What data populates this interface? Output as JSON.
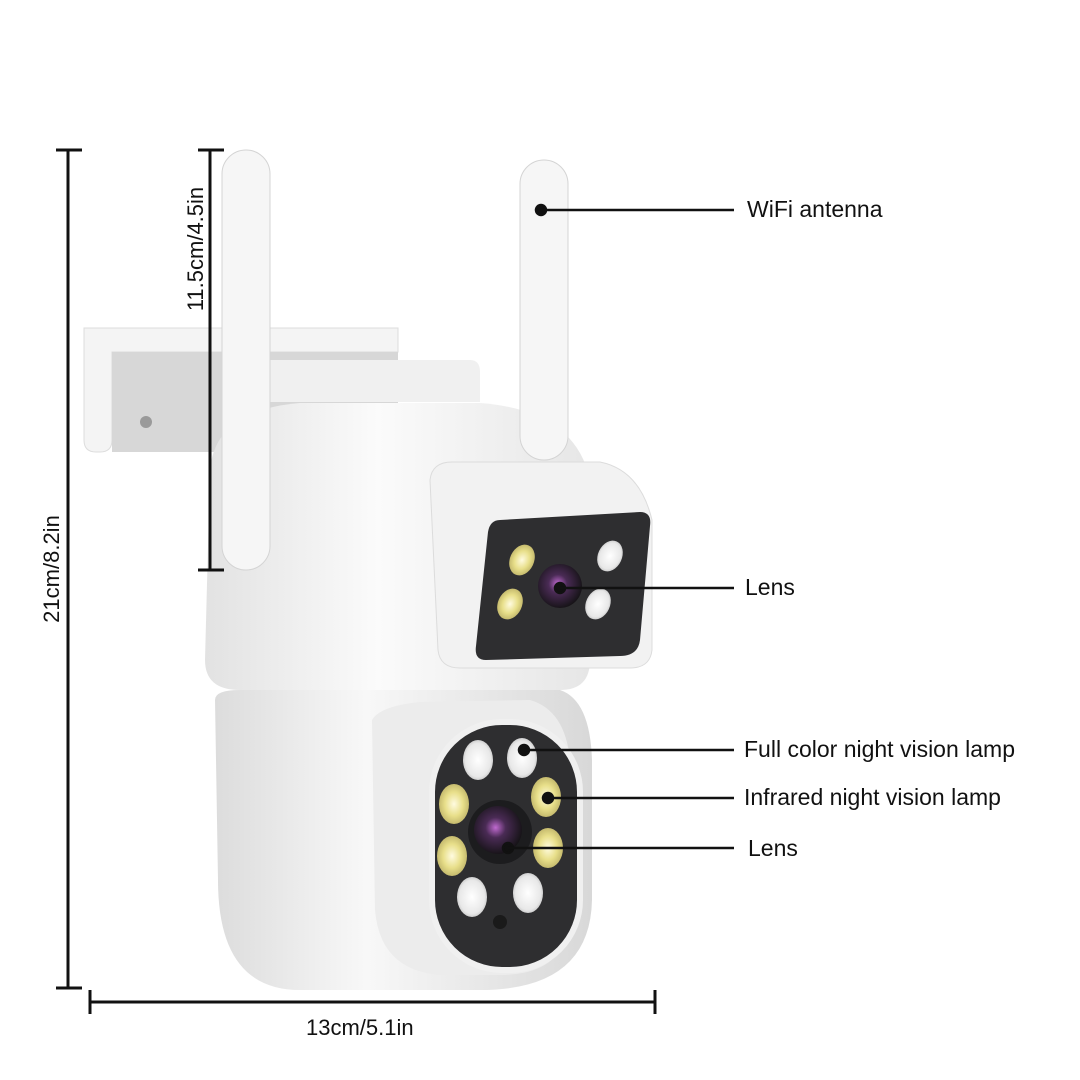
{
  "dimensions": {
    "height_total": "21cm/8.2in",
    "antenna_height": "11.5cm/4.5in",
    "width": "13cm/5.1in"
  },
  "callouts": [
    {
      "label": "WiFi antenna"
    },
    {
      "label": "Lens"
    },
    {
      "label": "Full color night vision lamp"
    },
    {
      "label": "Infrared night vision lamp"
    },
    {
      "label": "Lens"
    }
  ],
  "colors": {
    "background": "#ffffff",
    "body": "#f2f2f2",
    "faceplate": "#2e2e30",
    "line": "#111111"
  }
}
